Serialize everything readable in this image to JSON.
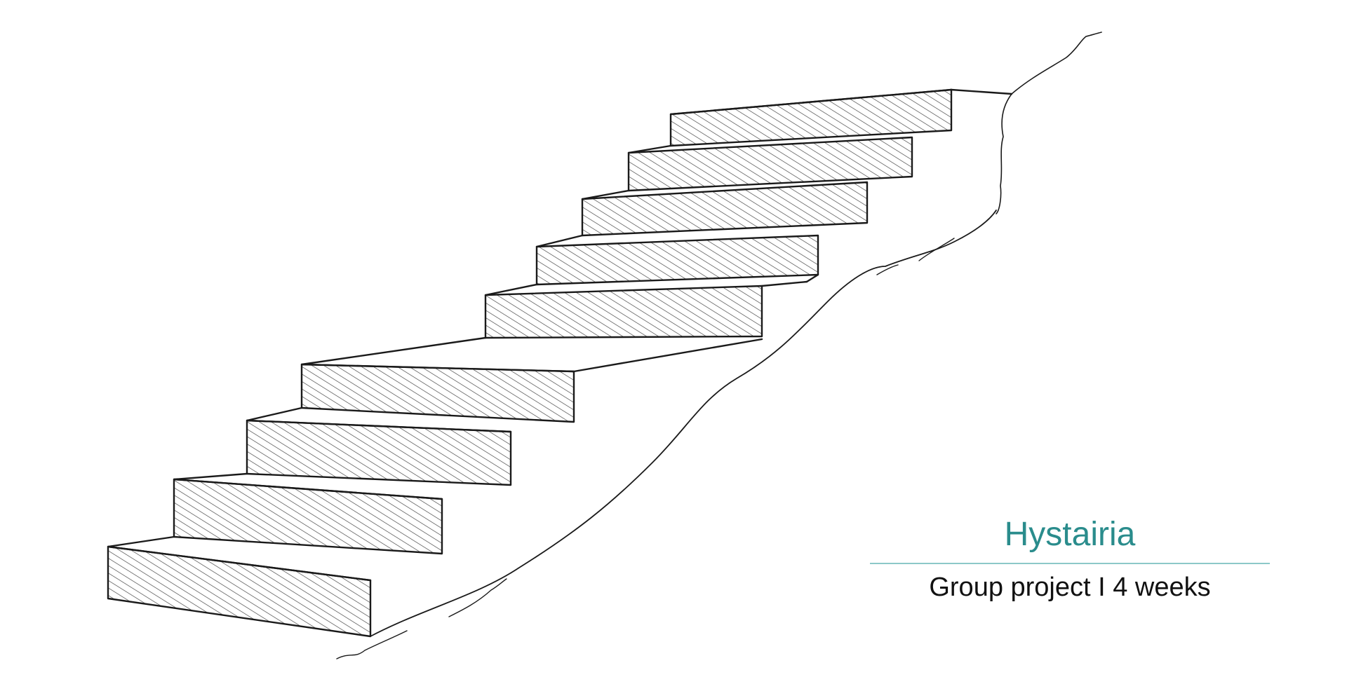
{
  "caption": {
    "title": "Hystairia",
    "subtitle": "Group project I 4 weeks",
    "title_color": "#2a8c8c",
    "rule_color": "#8cc8c8"
  },
  "illustration": {
    "subject": "staircase-sketch",
    "style": "pencil-hatched",
    "step_count": 9,
    "ink_color": "#1a1a1a"
  }
}
